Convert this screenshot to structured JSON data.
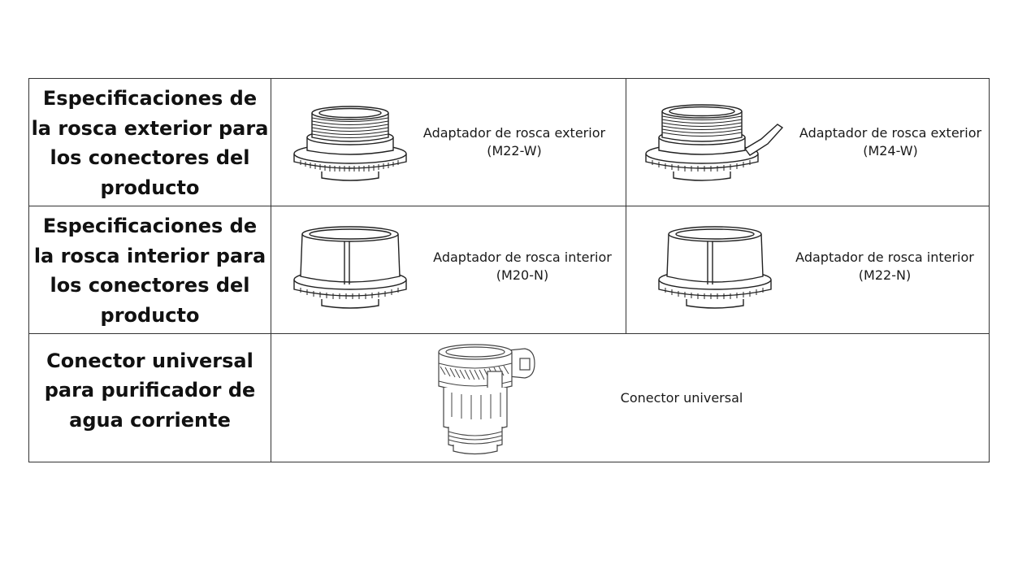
{
  "rows": [
    {
      "heading": "Especificaciones de la rosca exterior para los conectores del producto",
      "items": [
        {
          "name": "Adaptador de rosca exterior",
          "code": "(M22-W)",
          "icon": "male-thread-adapter-icon"
        },
        {
          "name": "Adaptador de rosca exterior",
          "code": "(M24-W)",
          "icon": "male-thread-adapter-tab-icon"
        }
      ]
    },
    {
      "heading": "Especificaciones de la rosca interior para los conectores del producto",
      "items": [
        {
          "name": "Adaptador de rosca interior",
          "code": "(M20-N)",
          "icon": "female-thread-adapter-icon"
        },
        {
          "name": "Adaptador de rosca interior",
          "code": "(M22-N)",
          "icon": "female-thread-adapter-icon"
        }
      ]
    },
    {
      "heading": "Conector universal para purificador de agua corriente",
      "items": [
        {
          "name": "Conector universal",
          "icon": "universal-connector-icon"
        }
      ]
    }
  ]
}
